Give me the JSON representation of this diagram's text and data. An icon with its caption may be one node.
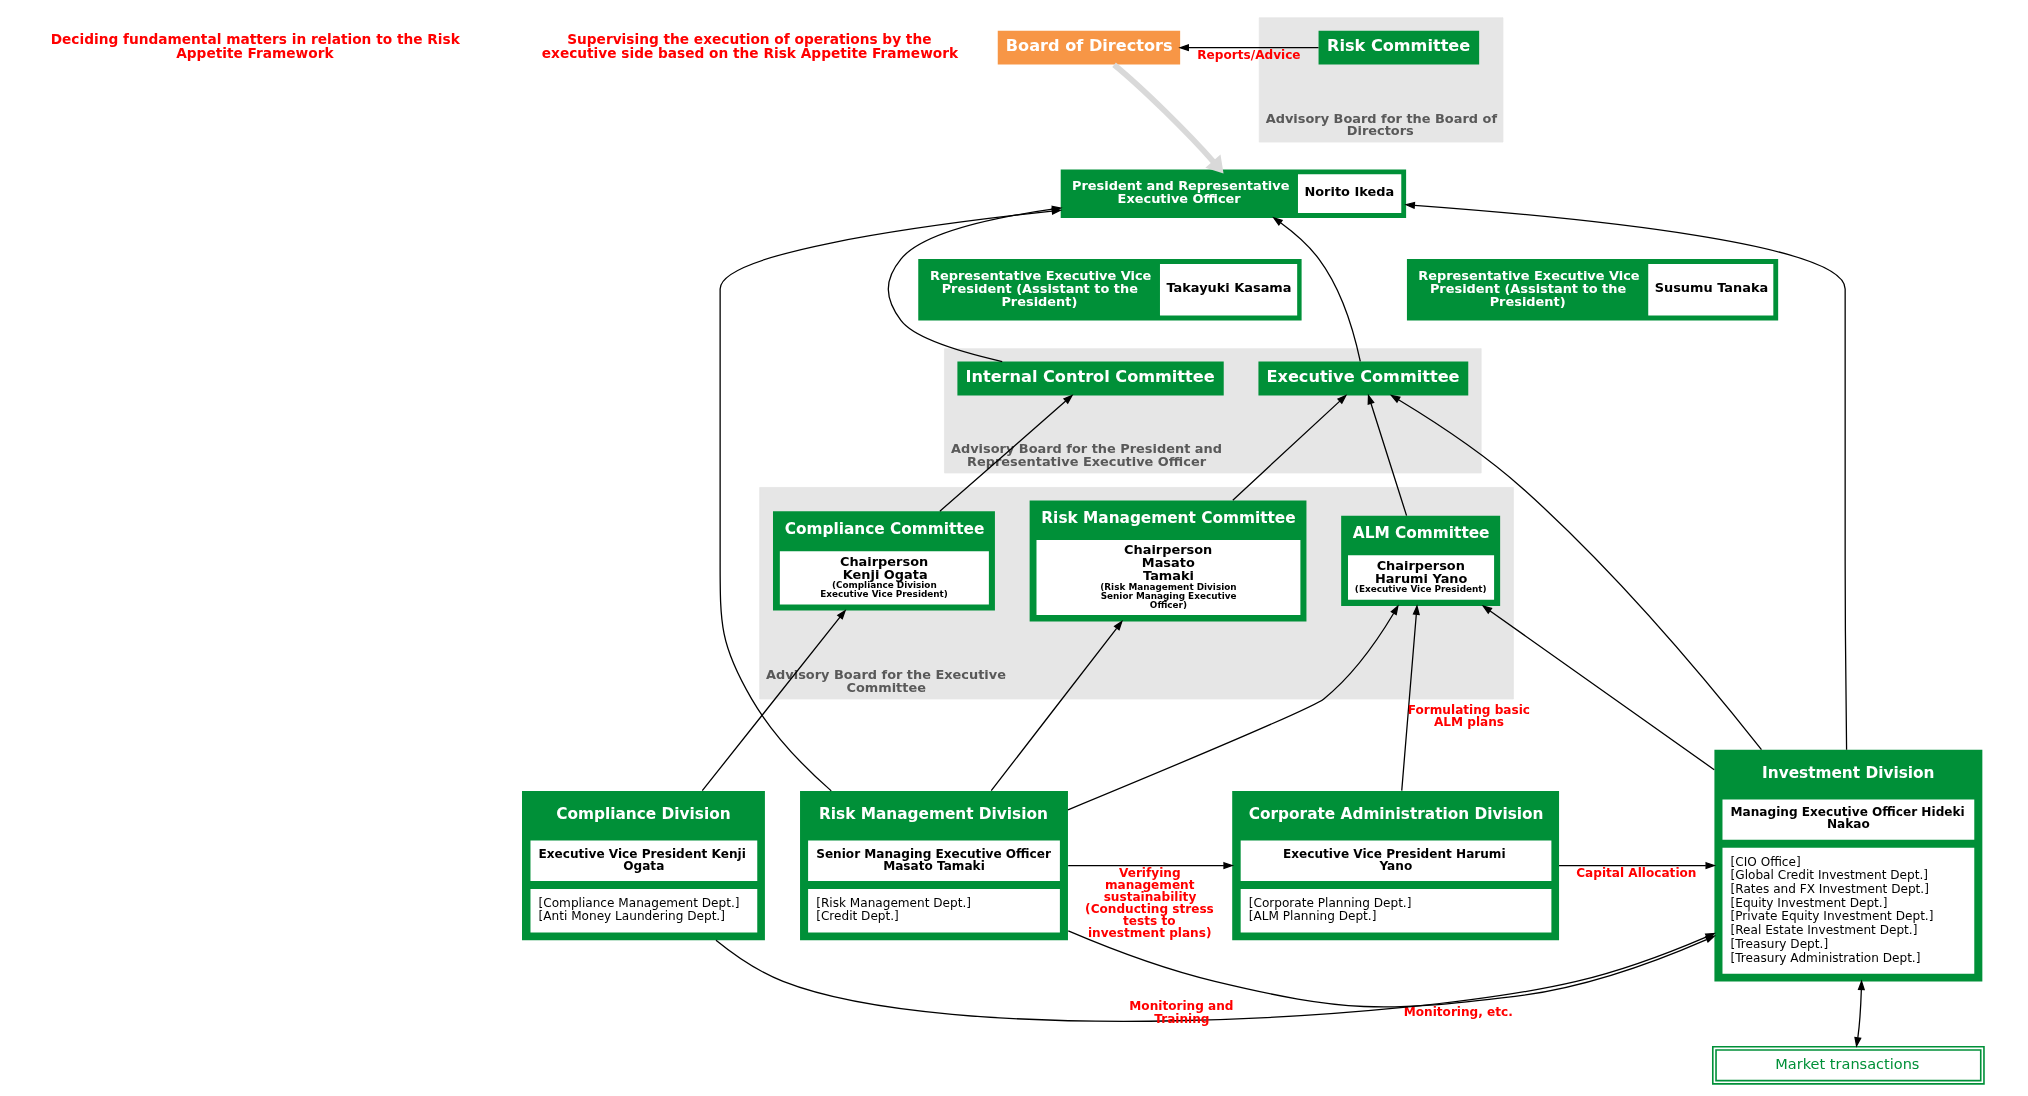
{
  "diagram": {
    "nodes": [
      {
        "text": [
          "Advisory Board for the Board of Directors"
        ]
      },
      {
        "text": [
          "Risk Committee"
        ],
        "in": 0
      },
      {
        "text": [
          "Board of Directors"
        ]
      },
      {
        "text": [
          "President and Representative Executive Officer",
          "Norito Ikeda"
        ]
      },
      {
        "text": [
          "Representative Executive Vice President (Assistant to the President)",
          "Susumu Tanaka"
        ]
      },
      {
        "text": [
          "Representative Executive Vice President (Assistant to the President)",
          "Takayuki Kasama"
        ]
      },
      {
        "text": [
          "Advisory Board for the President and Representative Executive Officer"
        ]
      },
      {
        "text": [
          "Executive Committee"
        ],
        "in": 6
      },
      {
        "text": [
          "Internal Control Committee"
        ],
        "in": 6
      },
      {
        "text": [
          "Advisory Board for the Executive Committee"
        ]
      },
      {
        "text": [
          "ALM Committee",
          "Chairperson Harumi Yano",
          "(Executive Vice President)"
        ],
        "in": 9
      },
      {
        "text": [
          "Risk Management Committee",
          "Chairperson Masato Tamaki",
          "(Risk Management Division Senior Managing Executive Officer)"
        ],
        "in": 9
      },
      {
        "text": [
          "Compliance Committee",
          "Chairperson Kenji Ogata",
          "(Compliance Division Executive Vice President)"
        ],
        "in": 9
      },
      {
        "text": [
          "Investment Division",
          "Managing Executive Officer Hideki Nakao",
          "[CIO Office]",
          "[Global Credit Investment Dept.]",
          "[Rates and FX Investment Dept.]",
          "[Equity Investment Dept.]",
          "[Private Equity Investment Dept.]",
          "[Real Estate Investment Dept.]",
          "[Treasury Dept.]",
          "[Treasury Administration Dept.]"
        ]
      },
      {
        "text": [
          "Corporate Administration Division",
          "Executive Vice President Harumi Yano",
          "[Corporate Planning Dept.]",
          "[ALM Planning Dept.]"
        ]
      },
      {
        "text": [
          "Risk Management Division",
          "Senior Managing Executive Officer Masato Tamaki",
          "[Risk Management Dept.]",
          "[Credit Dept.]"
        ]
      },
      {
        "text": [
          "Compliance Division",
          "Executive Vice President Kenji Ogata",
          "[Compliance Management Dept.]",
          "[Anti Money Laundering Dept.]"
        ]
      },
      {
        "text": [
          "Market transactions"
        ]
      }
    ],
    "edges": [
      {
        "from": 1,
        "to": 2,
        "arrow": "to",
        "label": "Reports/Advice"
      },
      {
        "from": 2,
        "to": 3,
        "arrow": "to",
        "style": "thick",
        "color": "#d9d9d9"
      },
      {
        "from": 7,
        "to": 3,
        "arrow": "to"
      },
      {
        "from": 8,
        "to": 3,
        "arrow": "to"
      },
      {
        "from": 10,
        "to": 7,
        "arrow": "to"
      },
      {
        "from": 11,
        "to": 7,
        "arrow": "to"
      },
      {
        "from": 12,
        "to": 8,
        "arrow": "to"
      },
      {
        "from": 13,
        "to": 3,
        "arrow": "to"
      },
      {
        "from": 13,
        "to": 7,
        "arrow": "to"
      },
      {
        "from": 13,
        "to": 10,
        "arrow": "to"
      },
      {
        "from": 14,
        "to": 10,
        "arrow": "to",
        "label": "Formulating basic ALM plans"
      },
      {
        "from": 15,
        "to": 10,
        "arrow": "to"
      },
      {
        "from": 15,
        "to": 11,
        "arrow": "to"
      },
      {
        "from": 15,
        "to": 3,
        "arrow": "to"
      },
      {
        "from": 16,
        "to": 12,
        "arrow": "to"
      },
      {
        "from": 14,
        "to": 13,
        "arrow": "to",
        "label": "Capital Allocation"
      },
      {
        "from": 15,
        "to": 14,
        "arrow": "to",
        "label": "Verifying management sustainability (Conducting stress tests to investment plans)"
      },
      {
        "from": 15,
        "to": 13,
        "arrow": "to",
        "label": "Monitoring, etc."
      },
      {
        "from": 16,
        "to": 13,
        "arrow": "to",
        "label": "Monitoring and Training"
      },
      {
        "from": 13,
        "to": 17,
        "arrow": "both"
      }
    ],
    "labels": [
      "Deciding fundamental matters in relation to the Risk Appetite Framework",
      "Supervising the execution of operations by the executive side based on the Risk Appetite Framework"
    ]
  }
}
